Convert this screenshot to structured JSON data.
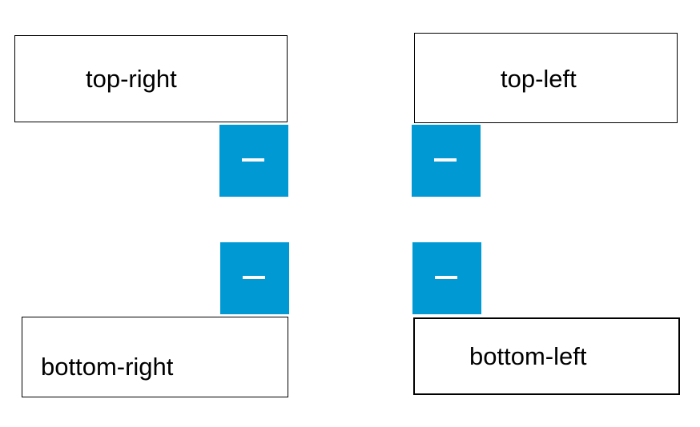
{
  "panels": {
    "top_right": {
      "label": "top-right"
    },
    "top_left": {
      "label": "top-left"
    },
    "bottom_right": {
      "label": "bottom-right"
    },
    "bottom_left": {
      "label": "bottom-left"
    }
  },
  "toggles": {
    "icon": "minus-icon",
    "color": "#0099d4",
    "icon_color": "#ffffff"
  },
  "colors": {
    "background": "#ffffff",
    "border": "#000000",
    "text": "#000000"
  }
}
